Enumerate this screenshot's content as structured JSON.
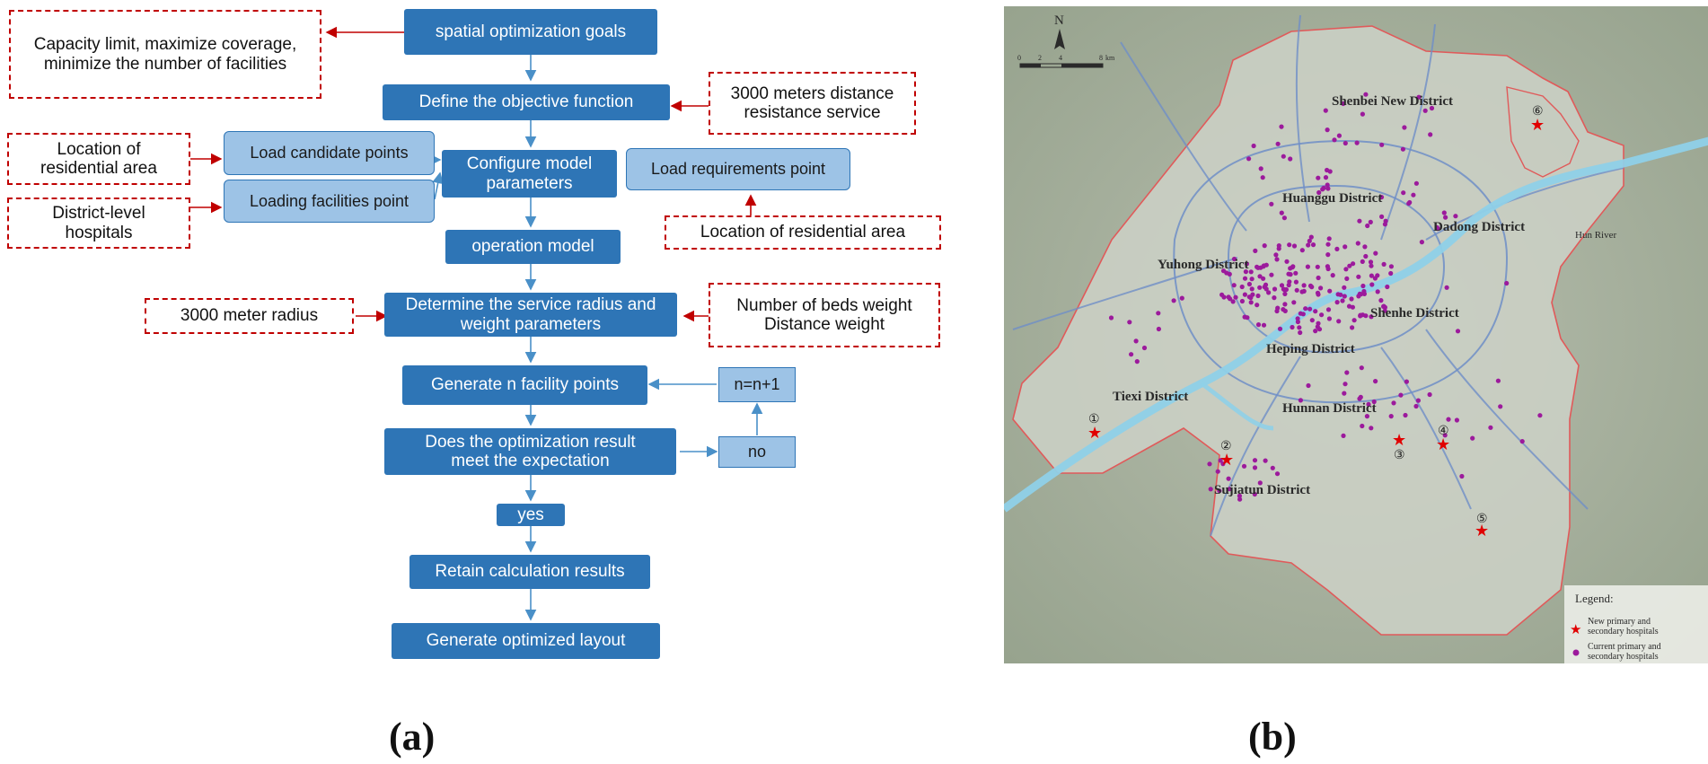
{
  "flowchart": {
    "steps": [
      {
        "id": "goals",
        "label": "spatial optimization goals"
      },
      {
        "id": "objective",
        "label": "Define the objective function"
      },
      {
        "id": "configure",
        "label": "Configure model parameters"
      },
      {
        "id": "operation",
        "label": "operation model"
      },
      {
        "id": "radius",
        "label": "Determine the service radius and weight parameters"
      },
      {
        "id": "generate",
        "label": "Generate n facility points"
      },
      {
        "id": "decision",
        "label": "Does the optimization result meet the expectation"
      },
      {
        "id": "yes",
        "label": "yes"
      },
      {
        "id": "retain",
        "label": "Retain calculation results"
      },
      {
        "id": "layout",
        "label": "Generate optimized layout"
      }
    ],
    "loads": {
      "candidate": "Load candidate points",
      "facilities": "Loading facilities point",
      "requirements": "Load requirements point"
    },
    "inputs": {
      "constraints": "Capacity limit, maximize coverage, minimize the number of facilities",
      "distance_resistance": "3000 meters distance resistance service",
      "residential_left": "Location of residential area",
      "hospitals": "District-level hospitals",
      "residential_right": "Location of residential area",
      "radius": "3000 meter radius",
      "weights": "Number of beds weight Distance weight"
    },
    "loop": {
      "no": "no",
      "increment": "n=n+1"
    }
  },
  "map": {
    "north_label": "N",
    "scale_ticks": [
      "0",
      "2",
      "4",
      "8",
      "km"
    ],
    "districts": [
      "Shenbei New District",
      "Huanggu District",
      "Dadong District",
      "Yuhong District",
      "Shenhe District",
      "Heping District",
      "Tiexi District",
      "Hunnan District",
      "Sujiatun District"
    ],
    "river": "Hun River",
    "site_numbers": [
      "①",
      "②",
      "③",
      "④",
      "⑤",
      "⑥"
    ],
    "legend": {
      "title": "Legend:",
      "new_l1": "New primary and",
      "new_l2": "secondary hospitals",
      "current_l1": "Current primary and",
      "current_l2": "secondary hospitals"
    },
    "colors": {
      "new_hospital": "#e00000",
      "current_hospital": "#9c1a9c",
      "boundary": "#e05a5a",
      "river": "#8fd0e8",
      "roads": "#6f8ec7"
    }
  },
  "subfigures": {
    "a": "(a)",
    "b": "(b)"
  }
}
